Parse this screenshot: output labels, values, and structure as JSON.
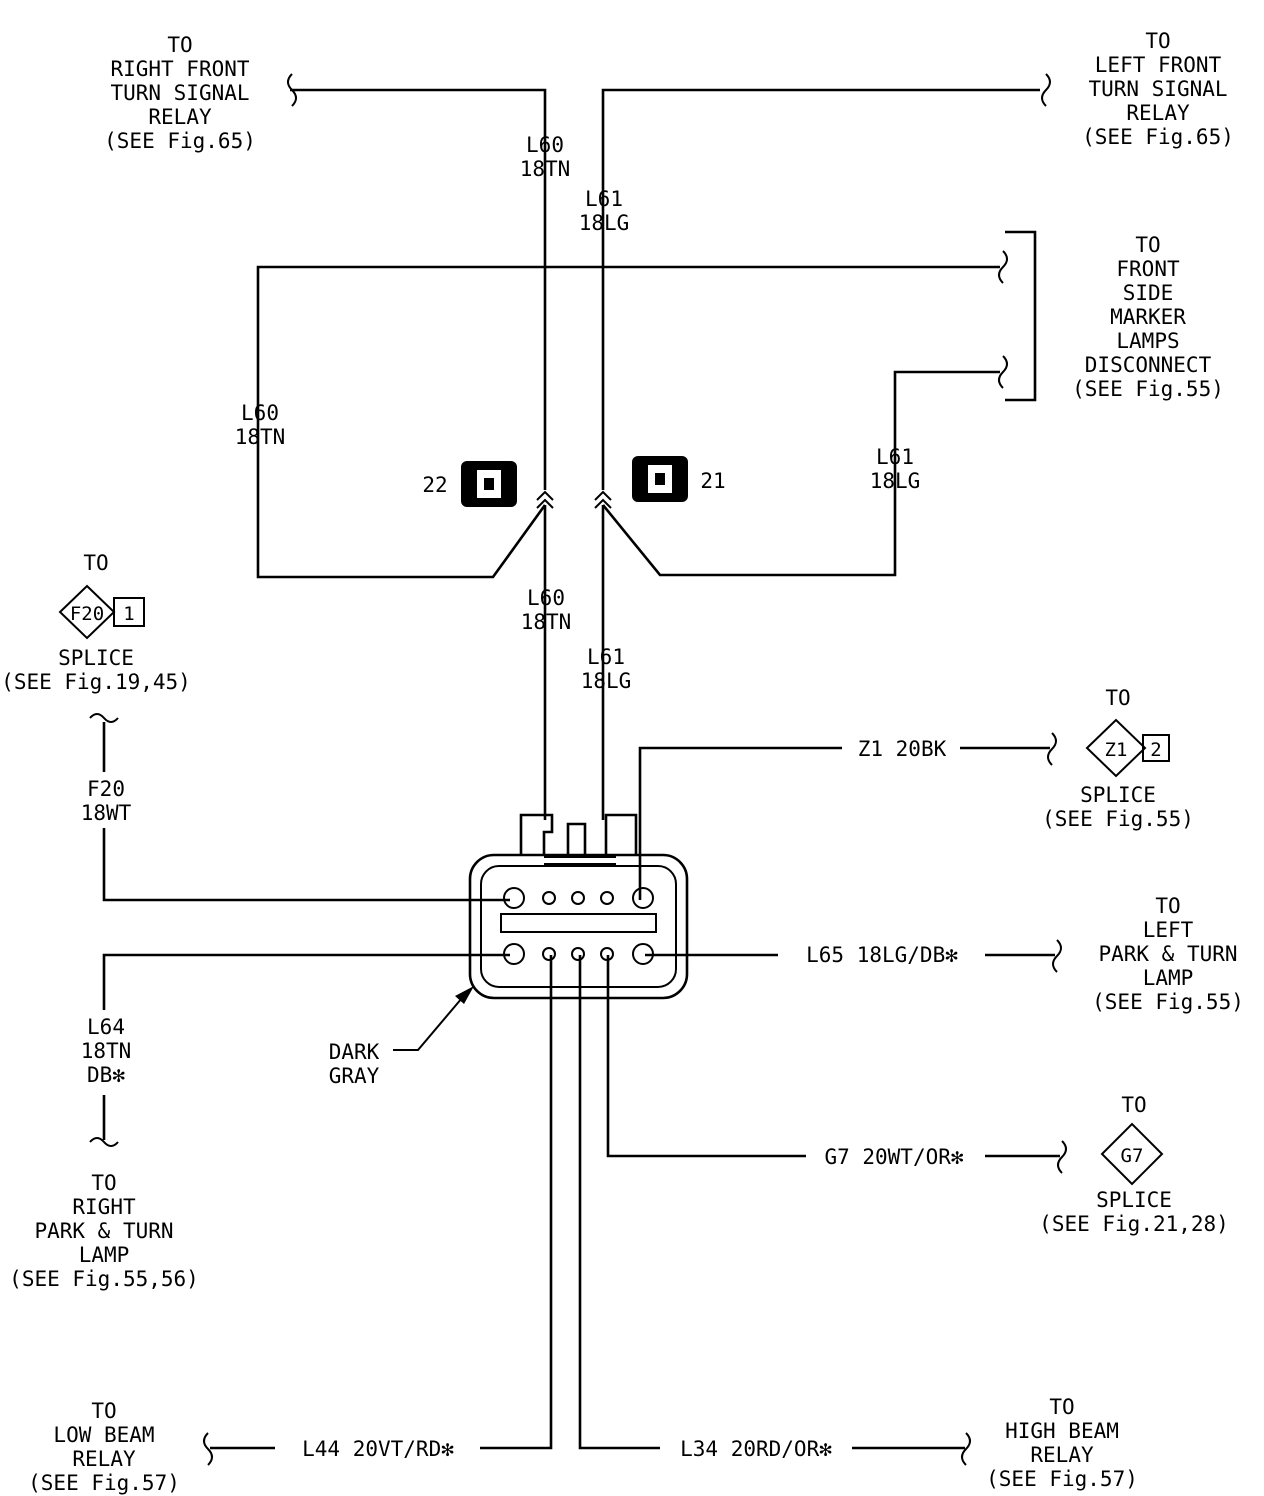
{
  "labels": {
    "rf_relay": [
      "TO",
      "RIGHT FRONT",
      "TURN SIGNAL",
      "RELAY",
      "(SEE Fig.65)"
    ],
    "lf_relay": [
      "TO",
      "LEFT FRONT",
      "TURN SIGNAL",
      "RELAY",
      "(SEE Fig.65)"
    ],
    "side_marker": [
      "TO",
      "FRONT",
      "SIDE",
      "MARKER",
      "LAMPS",
      "DISCONNECT",
      "(SEE Fig.55)"
    ],
    "f20_splice": [
      "TO",
      "SPLICE",
      "(SEE Fig.19,45)"
    ],
    "z1_splice": [
      "TO",
      "SPLICE",
      "(SEE Fig.55)"
    ],
    "left_park": [
      "TO",
      "LEFT",
      "PARK & TURN",
      "LAMP",
      "(SEE Fig.55)"
    ],
    "right_park": [
      "TO",
      "RIGHT",
      "PARK & TURN",
      "LAMP",
      "(SEE Fig.55,56)"
    ],
    "g7_splice": [
      "TO",
      "SPLICE",
      "(SEE Fig.21,28)"
    ],
    "low_beam": [
      "TO",
      "LOW BEAM",
      "RELAY",
      "(SEE Fig.57)"
    ],
    "high_beam": [
      "TO",
      "HIGH BEAM",
      "RELAY",
      "(SEE Fig.57)"
    ],
    "connector_color": [
      "DARK",
      "GRAY"
    ]
  },
  "wires": {
    "l60_top": [
      "L60",
      "18TN"
    ],
    "l61_top": [
      "L61",
      "18LG"
    ],
    "l60_side": [
      "L60",
      "18TN"
    ],
    "l61_side": [
      "L61",
      "18LG"
    ],
    "l60_mid": [
      "L60",
      "18TN"
    ],
    "l61_mid": [
      "L61",
      "18LG"
    ],
    "f20": [
      "F20",
      "18WT"
    ],
    "l64": [
      "L64",
      "18TN",
      "DB✻"
    ],
    "z1": "Z1  20BK",
    "l65": "L65  18LG/DB✻",
    "g7": "G7  20WT/OR✻",
    "l44": "L44  20VT/RD✻",
    "l34": "L34  20RD/OR✻"
  },
  "splices": {
    "f20": {
      "id": "F20",
      "pin": "1"
    },
    "z1": {
      "id": "Z1",
      "pin": "2"
    },
    "g7": {
      "id": "G7"
    }
  },
  "grounds": {
    "g22": "22",
    "g21": "21"
  }
}
